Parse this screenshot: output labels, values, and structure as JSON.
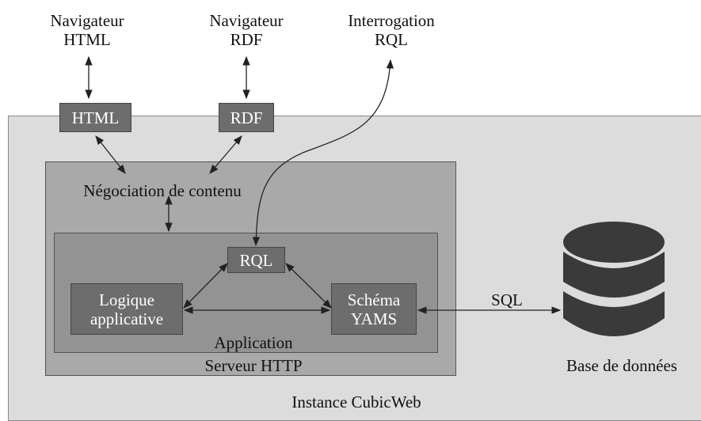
{
  "clients": {
    "html_browser": "Navigateur\nHTML",
    "rdf_browser": "Navigateur\nRDF",
    "rql_query": "Interrogation\nRQL"
  },
  "formats": {
    "html": "HTML",
    "rdf": "RDF"
  },
  "negotiation": "Négociation de contenu",
  "app": {
    "rql": "RQL",
    "logic": "Logique\napplicative",
    "schema": "Schéma\nYAMS",
    "label": "Application"
  },
  "server_label": "Serveur HTTP",
  "instance_label": "Instance CubicWeb",
  "sql_label": "SQL",
  "database_label": "Base de données",
  "database_icon": "database-icon",
  "colors": {
    "instance_bg": "#dcdcdc",
    "server_bg": "#a9a9a9",
    "app_bg": "#939393",
    "dark_box": "#6d6d6d",
    "db": "#3a3a3a"
  }
}
